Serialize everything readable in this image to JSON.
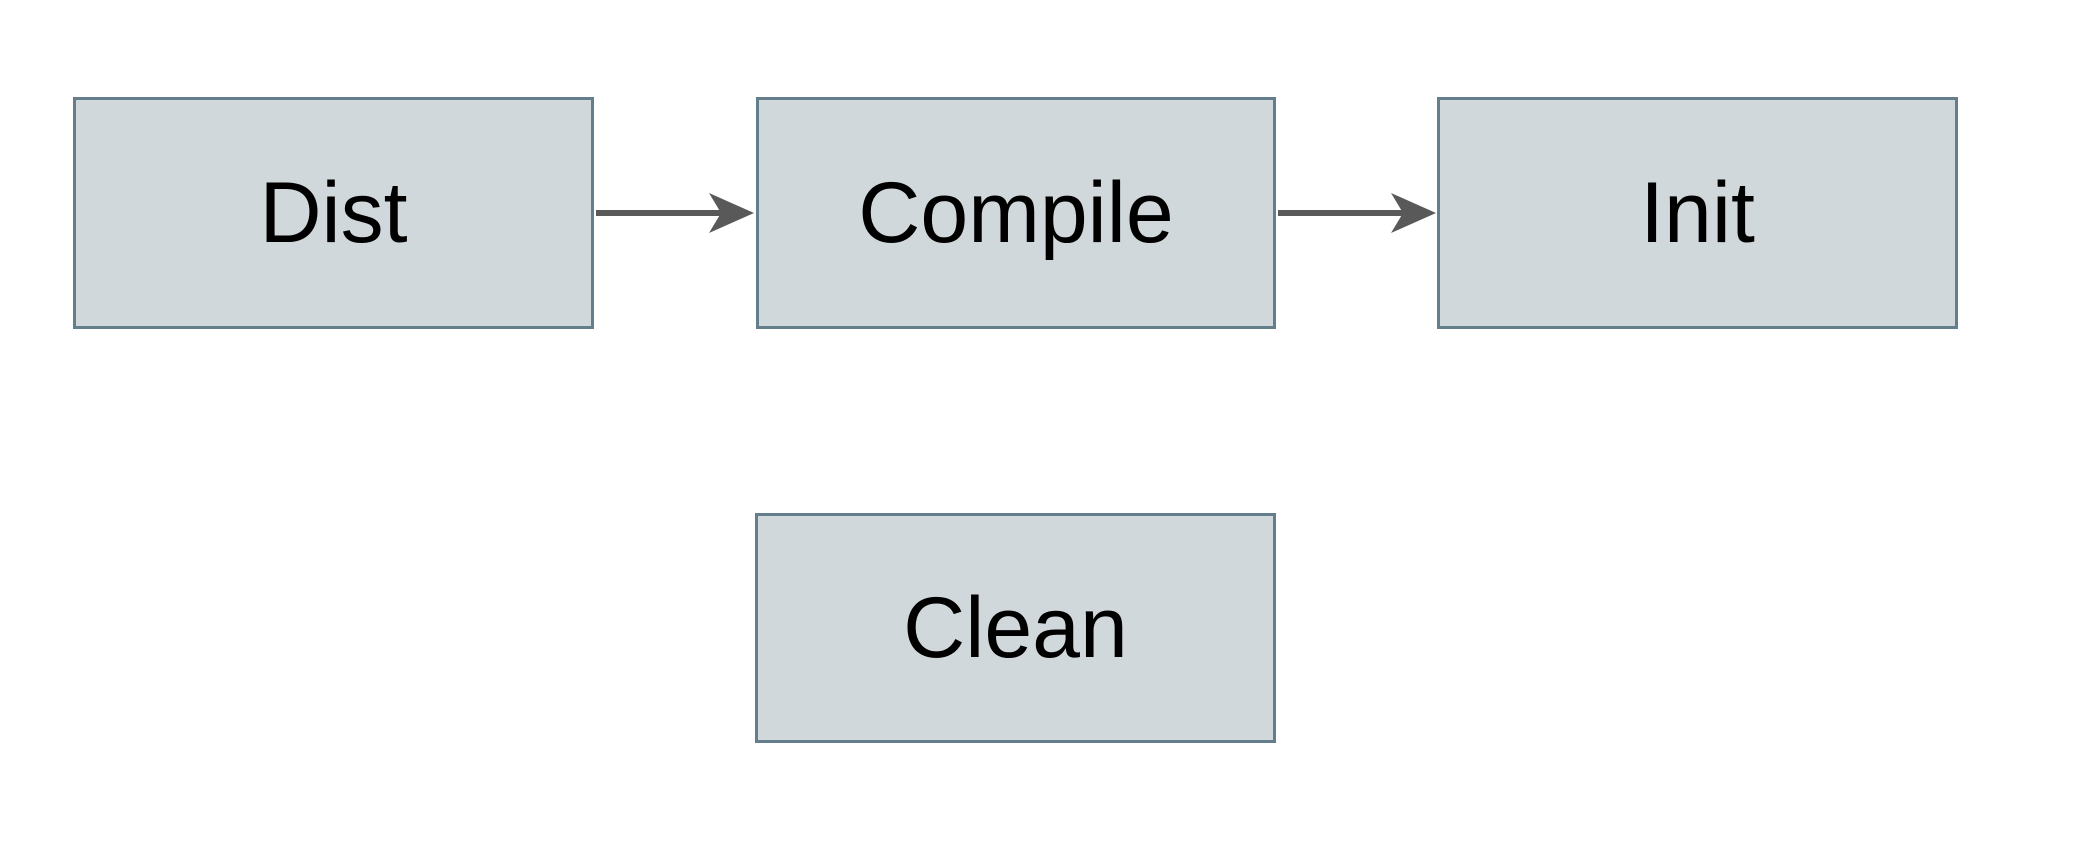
{
  "diagram": {
    "type": "flowchart",
    "nodes": [
      {
        "id": "dist",
        "label": "Dist"
      },
      {
        "id": "compile",
        "label": "Compile"
      },
      {
        "id": "init",
        "label": "Init"
      },
      {
        "id": "clean",
        "label": "Clean"
      }
    ],
    "edges": [
      {
        "from": "Dist",
        "to": "Compile",
        "style": "arrow-right"
      },
      {
        "from": "Compile",
        "to": "Init",
        "style": "arrow-right"
      }
    ],
    "colors": {
      "background": "#ffffff",
      "node_fill": "#d0d8db",
      "node_border": "#647e8b",
      "node_text": "#000000",
      "arrow": "#595959"
    }
  }
}
